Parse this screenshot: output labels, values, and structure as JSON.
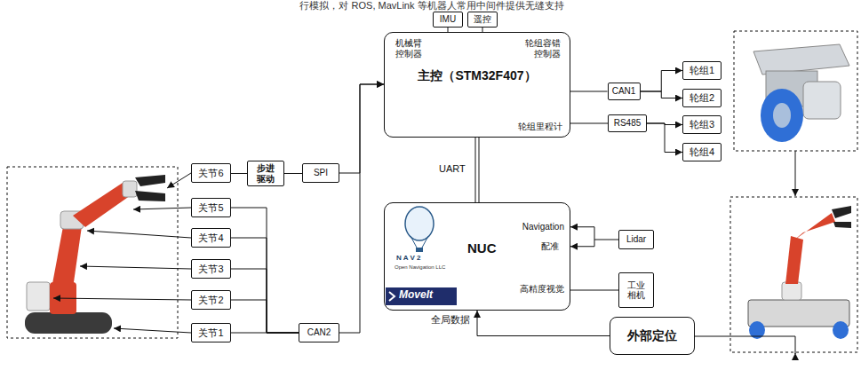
{
  "diagram": {
    "title": "行模拟，对 ROS, MavLink 等机器人常用中间件提供无缝支持",
    "nodes": [
      {
        "text": [
          "IMU"
        ]
      },
      {
        "text": [
          "遥控"
        ]
      },
      {
        "text": [
          "机械臂 控制器",
          "轮组容错 控制器",
          "主控（STM32F407）",
          "轮组里程计"
        ]
      },
      {
        "text": [
          "CAN1"
        ]
      },
      {
        "text": [
          "RS485"
        ]
      },
      {
        "text": [
          "轮组1"
        ]
      },
      {
        "text": [
          "轮组2"
        ]
      },
      {
        "text": [
          "轮组3"
        ]
      },
      {
        "text": [
          "轮组4"
        ]
      },
      {
        "text": [
          "NUC",
          "Navigation",
          "配准",
          "高精度视觉"
        ]
      },
      {
        "text": [
          "Lidar"
        ]
      },
      {
        "text": [
          "工业 相机"
        ]
      },
      {
        "text": [
          "外部定位"
        ]
      },
      {
        "text": [
          "SPI"
        ]
      },
      {
        "text": [
          "步进 驱动"
        ]
      },
      {
        "text": [
          "关节6"
        ]
      },
      {
        "text": [
          "关节5"
        ]
      },
      {
        "text": [
          "关节4"
        ]
      },
      {
        "text": [
          "关节3"
        ]
      },
      {
        "text": [
          "关节2"
        ]
      },
      {
        "text": [
          "关节1"
        ]
      },
      {
        "text": [
          "CAN2"
        ]
      }
    ],
    "edges": [
      {
        "from": 0,
        "to": 2,
        "arrow": "none"
      },
      {
        "from": 1,
        "to": 2,
        "arrow": "none"
      },
      {
        "from": 2,
        "to": 3,
        "arrow": "none"
      },
      {
        "from": 2,
        "to": 4,
        "arrow": "none"
      },
      {
        "from": 3,
        "to": 5,
        "arrow": "to"
      },
      {
        "from": 3,
        "to": 6,
        "arrow": "to"
      },
      {
        "from": 4,
        "to": 7,
        "arrow": "to"
      },
      {
        "from": 4,
        "to": 8,
        "arrow": "to"
      },
      {
        "from": 2,
        "to": 9,
        "label": "UART",
        "arrow": "none"
      },
      {
        "from": 10,
        "to": 9,
        "arrow": "to"
      },
      {
        "from": 11,
        "to": 9,
        "arrow": "none"
      },
      {
        "from": 12,
        "to": 9,
        "label": "全局数据",
        "arrow": "to"
      },
      {
        "from": 13,
        "to": 2,
        "arrow": "to"
      },
      {
        "from": 21,
        "to": 2,
        "arrow": "to"
      },
      {
        "from": 14,
        "to": 13,
        "arrow": "none"
      },
      {
        "from": 14,
        "to": 15,
        "arrow": "none"
      },
      {
        "from": 16,
        "to": 21,
        "arrow": "none"
      },
      {
        "from": 17,
        "to": 21,
        "arrow": "none"
      },
      {
        "from": 18,
        "to": 21,
        "arrow": "none"
      },
      {
        "from": 19,
        "to": 21,
        "arrow": "none"
      },
      {
        "from": 20,
        "to": 21,
        "arrow": "none"
      }
    ],
    "labels": [
      "N A V 2",
      "Open Navigation LLC",
      "MoveIt"
    ]
  }
}
